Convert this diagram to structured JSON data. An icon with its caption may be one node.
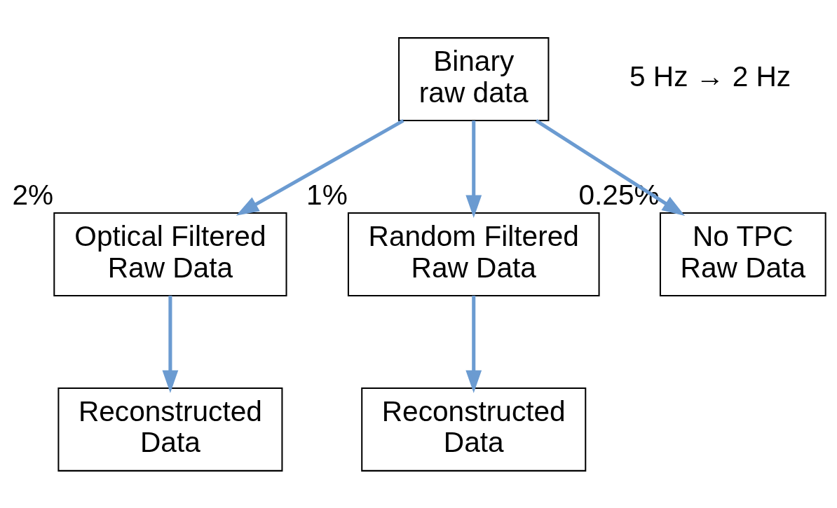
{
  "diagram": {
    "nodes": [
      {
        "text": [
          "Binary raw data"
        ],
        "beside": [
          "5 Hz → 2 Hz"
        ]
      },
      {
        "text": [
          "Optical Filtered Raw Data"
        ],
        "beside": [
          "2%"
        ]
      },
      {
        "text": [
          "Random Filtered Raw Data"
        ],
        "beside": [
          "1%"
        ]
      },
      {
        "text": [
          "No TPC Raw Data"
        ],
        "beside": [
          "0.25%"
        ]
      },
      {
        "text": [
          "Reconstructed Data"
        ]
      },
      {
        "text": [
          "Reconstructed Data"
        ]
      }
    ],
    "edges": [
      {
        "from": 0,
        "to": 1,
        "arrow": "to"
      },
      {
        "from": 0,
        "to": 2,
        "arrow": "to"
      },
      {
        "from": 0,
        "to": 3,
        "arrow": "to"
      },
      {
        "from": 1,
        "to": 4,
        "arrow": "to"
      },
      {
        "from": 2,
        "to": 5,
        "arrow": "to"
      }
    ]
  }
}
